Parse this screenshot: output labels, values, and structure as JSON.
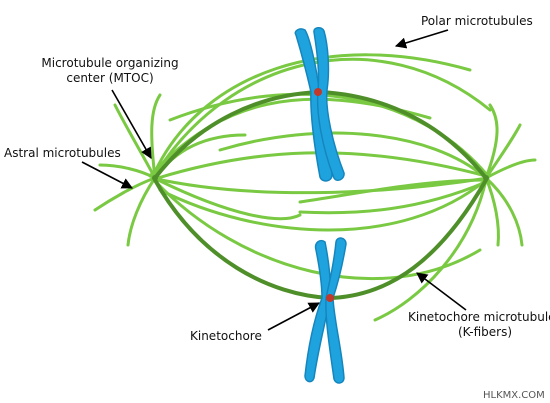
{
  "labels": {
    "polar": "Polar microtubules",
    "mtoc_line1": "Microtubule organizing",
    "mtoc_line2": "center (MTOC)",
    "astral": "Astral microtubules",
    "kinetochore": "Kinetochore",
    "kfibers_line1": "Kinetochore microtubules",
    "kfibers_line2": "(K-fibers)",
    "watermark": "HLKMX.COM"
  },
  "colors": {
    "light_fiber": "#7ac943",
    "dark_fiber": "#4f8f2a",
    "chromosome": "#1fa3df",
    "chromosome_edge": "#1586bd",
    "centromere": "#c0392b",
    "arrow": "#000000"
  }
}
